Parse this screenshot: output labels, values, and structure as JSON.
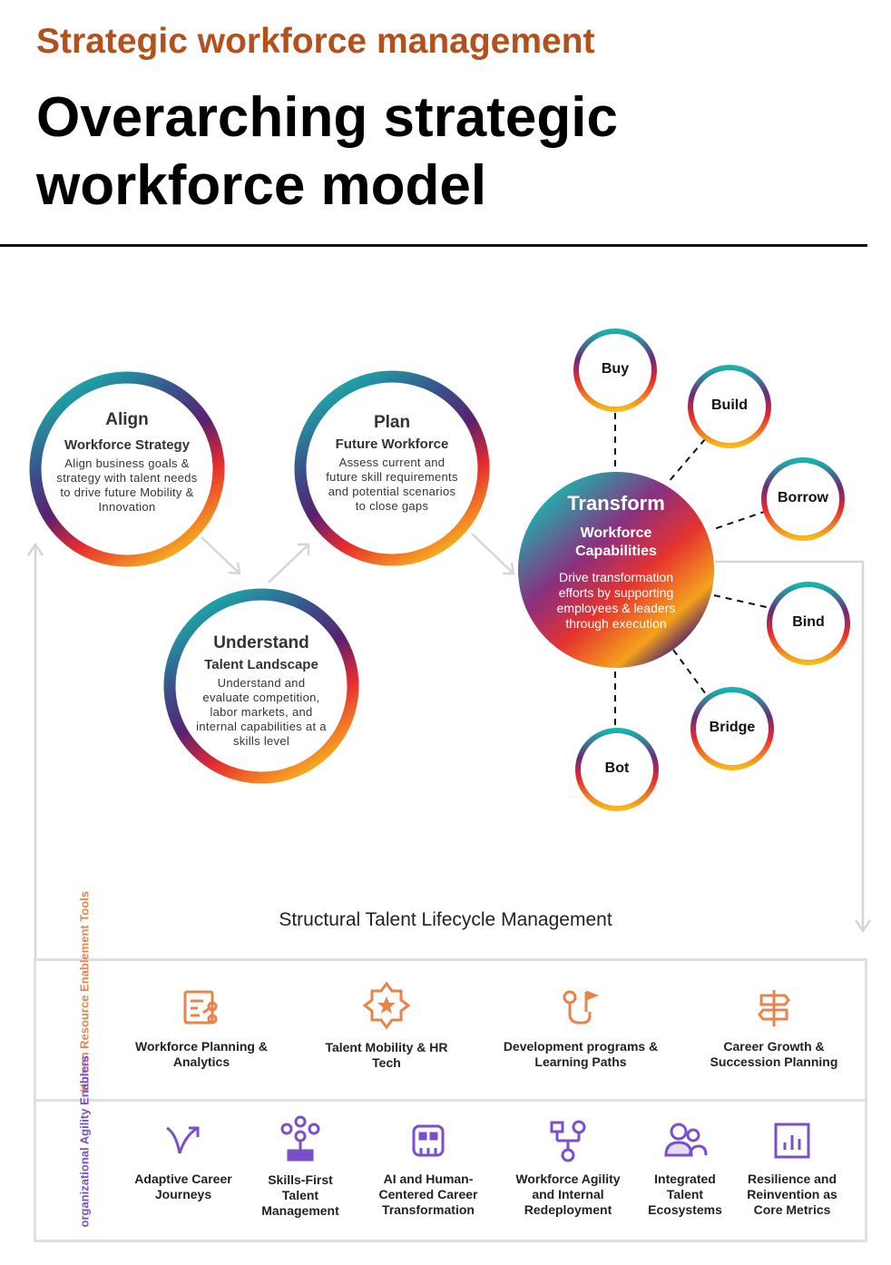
{
  "header": {
    "subtitle": "Strategic workforce management",
    "title": "Overarching strategic workforce model"
  },
  "stages": {
    "align": {
      "heading": "Align",
      "sub": "Workforce Strategy",
      "desc": "Align business goals & strategy with talent needs to drive future Mobility & Innovation"
    },
    "plan": {
      "heading": "Plan",
      "sub": "Future Workforce",
      "desc": "Assess current and future skill requirements and potential scenarios to close gaps"
    },
    "understand": {
      "heading": "Understand",
      "sub": "Talent Landscape",
      "desc": "Understand and evaluate competition, labor markets, and internal capabilities at a skills level"
    },
    "transform": {
      "heading": "Transform",
      "sub": "Workforce Capabilities",
      "desc": "Drive transformation efforts by supporting employees & leaders through execution"
    }
  },
  "levers": {
    "buy": "Buy",
    "build": "Build",
    "borrow": "Borrow",
    "bind": "Bind",
    "bridge": "Bridge",
    "bot": "Bot"
  },
  "lifecycle_label": "Structural Talent Lifecycle Management",
  "hr_tools": {
    "label": "Human Resource Enablement Tools",
    "color": "#e8844a",
    "items": [
      {
        "label": "Workforce Planning & Analytics",
        "icon": "planning-analytics-icon"
      },
      {
        "label": "Talent Mobility & HR Tech",
        "icon": "star-badge-icon"
      },
      {
        "label": "Development programs & Learning Paths",
        "icon": "learning-path-icon"
      },
      {
        "label": "Career Growth & Succession Planning",
        "icon": "signpost-icon"
      }
    ]
  },
  "agility": {
    "label": "organizational Agility Enablers",
    "color": "#7a4fc9",
    "items": [
      {
        "label": "Adaptive Career Journeys",
        "icon": "branching-arrow-icon"
      },
      {
        "label": "Skills-First Talent Management",
        "icon": "skills-tree-icon"
      },
      {
        "label": "AI and Human-Centered Career Transformation",
        "icon": "robot-icon"
      },
      {
        "label": "Workforce Agility and Internal Redeployment",
        "icon": "workflow-icon"
      },
      {
        "label": "Integrated Talent Ecosystems",
        "icon": "people-icon"
      },
      {
        "label": "Resilience and Reinvention as Core Metrics",
        "icon": "bar-chart-icon"
      }
    ]
  }
}
